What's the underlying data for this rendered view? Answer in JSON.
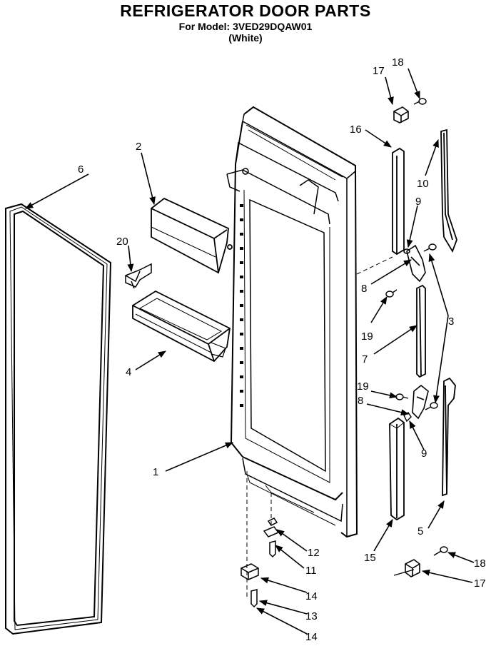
{
  "header": {
    "title": "REFRIGERATOR DOOR PARTS",
    "model_line": "For Model: 3VED29DQAW01",
    "color_note": "(White)"
  },
  "callouts": {
    "c1": "1",
    "c2": "2",
    "c3": "3",
    "c4": "4",
    "c5": "5",
    "c6": "6",
    "c7": "7",
    "c8a": "8",
    "c8b": "8",
    "c9a": "9",
    "c9b": "9",
    "c10": "10",
    "c11": "11",
    "c12": "12",
    "c13": "13",
    "c14a": "14",
    "c14b": "14",
    "c15": "15",
    "c16": "16",
    "c17a": "17",
    "c17b": "17",
    "c18a": "18",
    "c18b": "18",
    "c19a": "19",
    "c19b": "19",
    "c20": "20"
  }
}
